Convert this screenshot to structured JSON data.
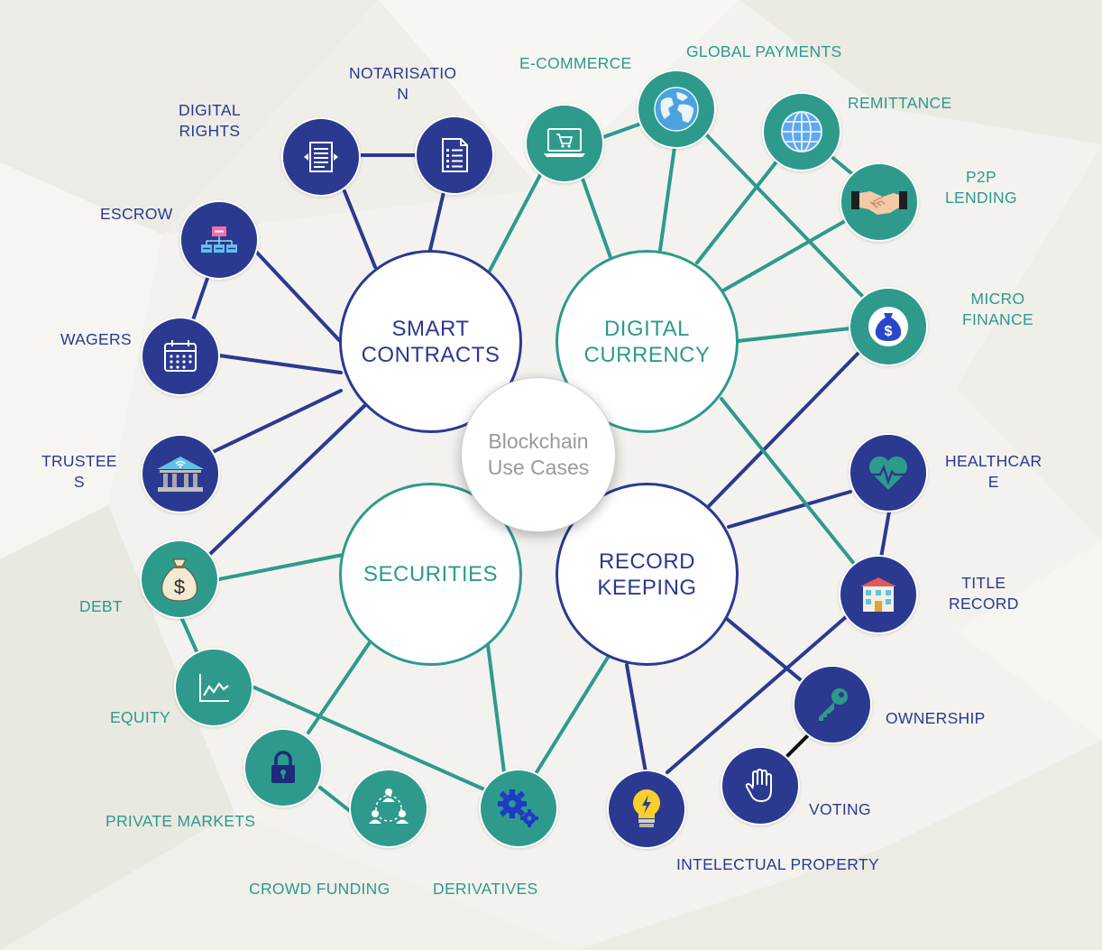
{
  "center": {
    "line1": "Blockchain",
    "line2": "Use Cases"
  },
  "hubs": {
    "smart_contracts": {
      "line1": "SMART",
      "line2": "CONTRACTS"
    },
    "digital_currency": {
      "line1": "DIGITAL",
      "line2": "CURRENCY"
    },
    "securities": {
      "line1": "SECURITIES"
    },
    "record_keeping": {
      "line1": "RECORD",
      "line2": "KEEPING"
    }
  },
  "labels": {
    "digital_rights": [
      "DIGITAL",
      "RIGHTS"
    ],
    "notarisation": [
      "NOTARISATIO",
      "N"
    ],
    "escrow": [
      "ESCROW"
    ],
    "wagers": [
      "WAGERS"
    ],
    "trustees": [
      "TRUSTEE",
      "S"
    ],
    "debt": [
      "DEBT"
    ],
    "equity": [
      "EQUITY"
    ],
    "private_markets": [
      "PRIVATE MARKETS"
    ],
    "crowd_funding": [
      "CROWD FUNDING"
    ],
    "derivatives": [
      "DERIVATIVES"
    ],
    "ecommerce": [
      "E-COMMERCE"
    ],
    "global_payments": [
      "GLOBAL PAYMENTS"
    ],
    "remittance": [
      "REMITTANCE"
    ],
    "p2p_lending": [
      "P2P",
      "LENDING"
    ],
    "micro_finance": [
      "MICRO",
      "FINANCE"
    ],
    "healthcare": [
      "HEALTHCAR",
      "E"
    ],
    "title_record": [
      "TITLE",
      "RECORD"
    ],
    "ownership": [
      "OWNERSHIP"
    ],
    "voting": [
      "VOTING"
    ],
    "intellectual_property": [
      "INTELECTUAL PROPERTY"
    ]
  },
  "icons": {
    "digital_rights": "document-icon",
    "notarisation": "checklist-icon",
    "escrow": "org-chart-icon",
    "wagers": "calendar-icon",
    "trustees": "bank-icon",
    "debt": "money-bag-icon",
    "equity": "line-chart-icon",
    "private_markets": "padlock-icon",
    "crowd_funding": "people-network-icon",
    "derivatives": "gears-icon",
    "ecommerce": "laptop-cart-icon",
    "global_payments": "globe-icon",
    "remittance": "globe-grid-icon",
    "p2p_lending": "handshake-icon",
    "micro_finance": "dollar-bag-icon",
    "healthcare": "heartbeat-icon",
    "title_record": "building-icon",
    "ownership": "key-icon",
    "voting": "hand-icon",
    "intellectual_property": "lightbulb-icon"
  },
  "colors": {
    "navy": "#2b3990",
    "teal": "#2d9a8c",
    "center_text": "#9a9a9a"
  }
}
